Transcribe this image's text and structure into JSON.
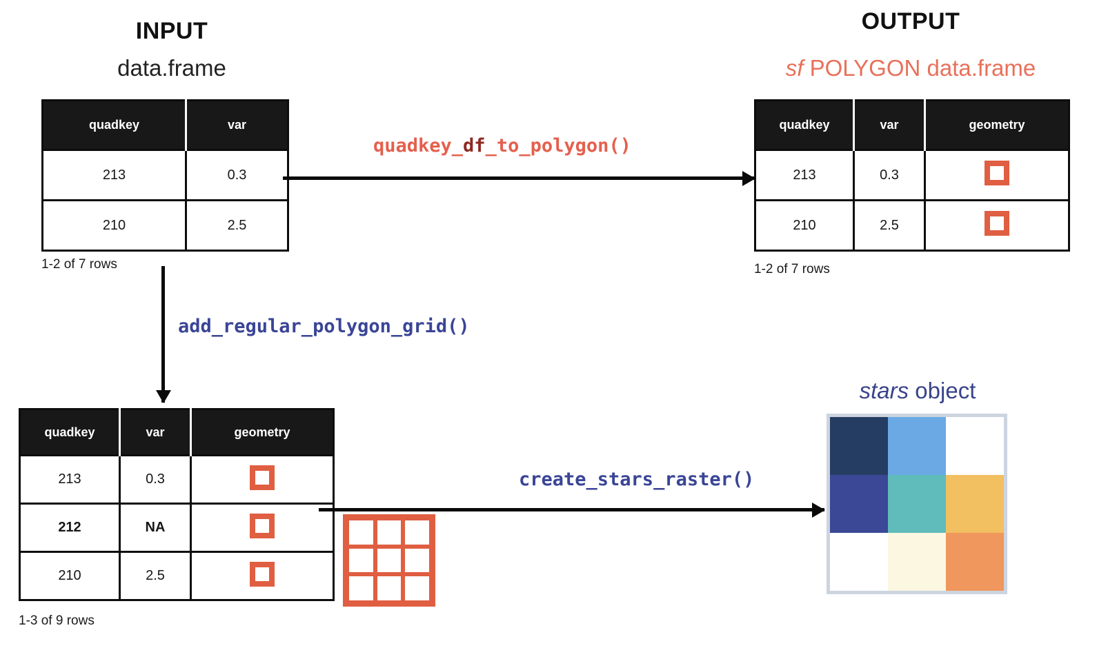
{
  "headings": {
    "input_title": "INPUT",
    "input_subtitle": "data.frame",
    "output_title": "OUTPUT",
    "output_subtitle_italic": "sf",
    "output_subtitle_rest": " POLYGON data.frame",
    "stars_title_italic": "stars",
    "stars_title_rest": " object"
  },
  "functions": {
    "quadkey_df_to_polygon": {
      "part1": "quadkey_",
      "part2": "df",
      "part3": "_to_polygon()",
      "color": "#e4604d",
      "accent_color": "#8e2a22"
    },
    "add_regular_polygon_grid": {
      "label": "add_regular_polygon_grid()",
      "color": "#3a4596"
    },
    "create_stars_raster": {
      "label": "create_stars_raster()",
      "color": "#3a4596"
    }
  },
  "input_table": {
    "columns": [
      "quadkey",
      "var"
    ],
    "rows": [
      {
        "quadkey": "213",
        "var": "0.3",
        "bold": false
      },
      {
        "quadkey": "210",
        "var": "2.5",
        "bold": false
      }
    ],
    "caption": "1-2 of 7 rows"
  },
  "output_table": {
    "columns": [
      "quadkey",
      "var",
      "geometry"
    ],
    "rows": [
      {
        "quadkey": "213",
        "var": "0.3",
        "geometry": "polygon-square-icon",
        "bold": false
      },
      {
        "quadkey": "210",
        "var": "2.5",
        "geometry": "polygon-square-icon",
        "bold": false
      }
    ],
    "caption": "1-2 of 7 rows"
  },
  "grid_table": {
    "columns": [
      "quadkey",
      "var",
      "geometry"
    ],
    "rows": [
      {
        "quadkey": "213",
        "var": "0.3",
        "geometry": "polygon-square-icon",
        "bold": false
      },
      {
        "quadkey": "212",
        "var": "NA",
        "geometry": "polygon-square-icon",
        "bold": true
      },
      {
        "quadkey": "210",
        "var": "2.5",
        "geometry": "polygon-square-icon",
        "bold": false
      }
    ],
    "caption": "1-3 of 9 rows"
  },
  "polygon_grid": {
    "name": "regular-polygon-grid-icon",
    "rows": 3,
    "cols": 3,
    "stroke_color": "#e05e41"
  },
  "stars_raster": {
    "rows": 3,
    "cols": 3,
    "border_color": "#ccd4e0",
    "cells": [
      "#253d63",
      "#6aa9e4",
      "#ffffff",
      "#3a4896",
      "#5fbcbb",
      "#f2bf61",
      "#ffffff",
      "#fbf7e0",
      "#ef975c"
    ]
  },
  "colors": {
    "table_header_bg": "#181818",
    "table_border": "#0d0d0d",
    "orange": "#e05e41",
    "red": "#e8705a",
    "blue": "#39438b",
    "arrow": "#0a0a0a"
  }
}
